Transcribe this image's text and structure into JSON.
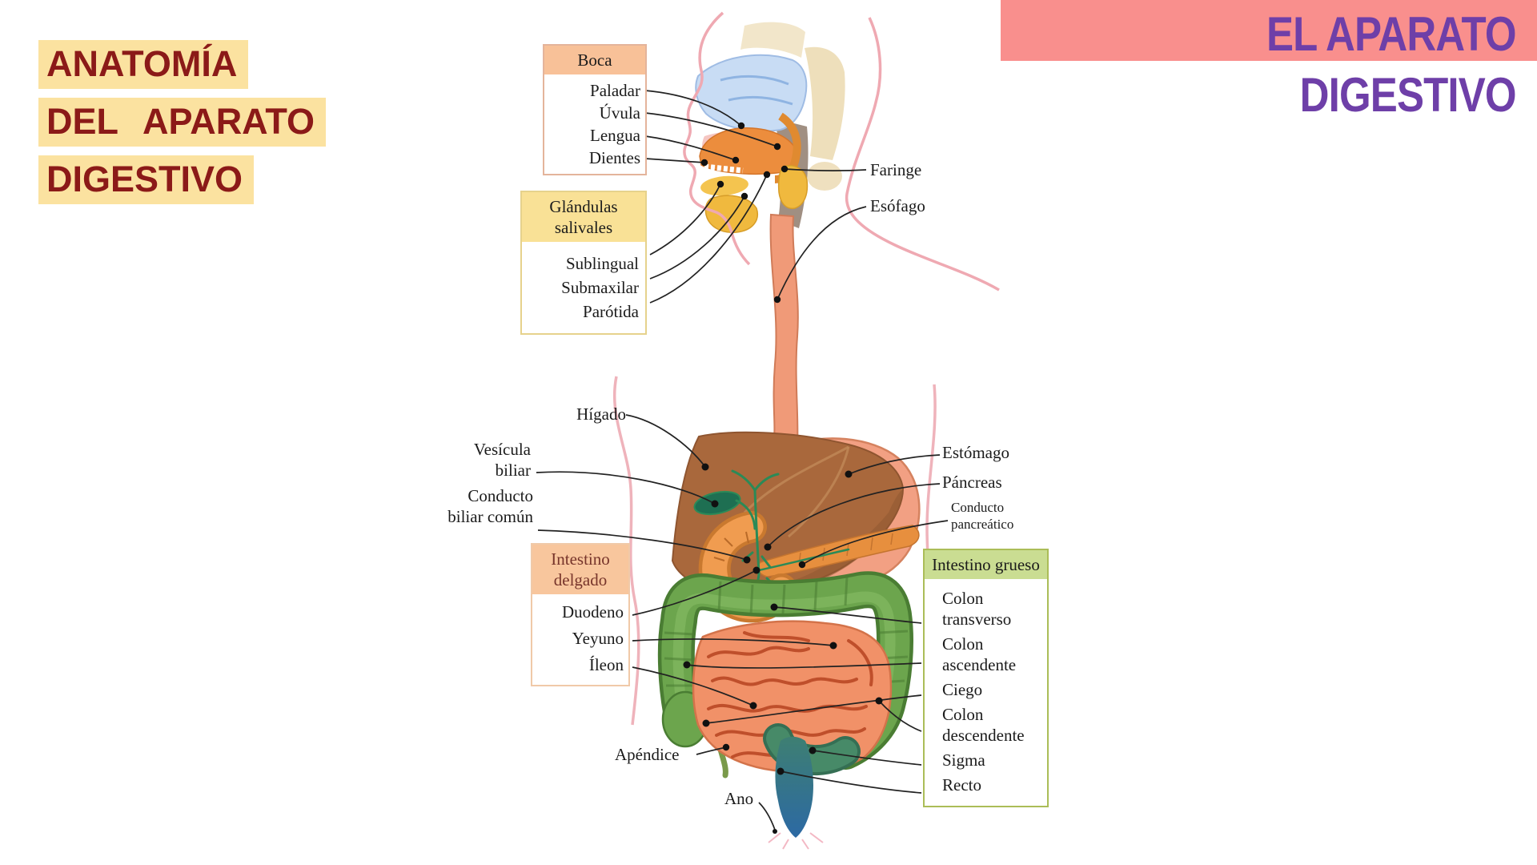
{
  "slide": {
    "title_left": {
      "lines": [
        "ANATOMÍA",
        "DEL APARATO",
        "DIGESTIVO"
      ]
    },
    "title_right": {
      "lines": [
        "EL APARATO",
        "DIGESTIVO"
      ]
    }
  },
  "colors": {
    "title_left_text": "#8b1a18",
    "title_left_highlight": "#fbe2a0",
    "banner_pink": "#f98f8d",
    "title_right_text": "#6e3fa8",
    "box_boca_header": "#f8c198",
    "box_glandulas_header": "#f9e196",
    "box_delgado_header": "#f8c69d",
    "box_delgado_header_text": "#77352b",
    "box_grueso_header": "#cadd92",
    "colon_green": "#6ca54d",
    "small_intestine_salmon": "#f19168",
    "liver_brown": "#a9683c",
    "rectum_blue": "#2c69a4"
  },
  "diagram": {
    "boxes": {
      "boca": {
        "header": "Boca",
        "items": [
          "Paladar",
          "Úvula",
          "Lengua",
          "Dientes"
        ]
      },
      "glandulas": {
        "header": "Glándulas salivales",
        "items": [
          "Sublingual",
          "Submaxilar",
          "Parótida"
        ]
      },
      "delgado": {
        "header": "Intestino delgado",
        "items": [
          "Duodeno",
          "Yeyuno",
          "Íleon"
        ]
      },
      "grueso": {
        "header": "Intestino grueso",
        "items": [
          "Colon transverso",
          "Colon ascendente",
          "Ciego",
          "Colon descendente",
          "Sigma",
          "Recto"
        ]
      }
    },
    "labels": {
      "faringe": "Faringe",
      "esofago": "Esófago",
      "higado": "Hígado",
      "vesicula_biliar": "Vesícula biliar",
      "conducto_biliar": "Conducto biliar común",
      "estomago": "Estómago",
      "pancreas": "Páncreas",
      "conducto_pancreatico": "Conducto pancreático",
      "apendice": "Apéndice",
      "ano": "Ano"
    }
  }
}
